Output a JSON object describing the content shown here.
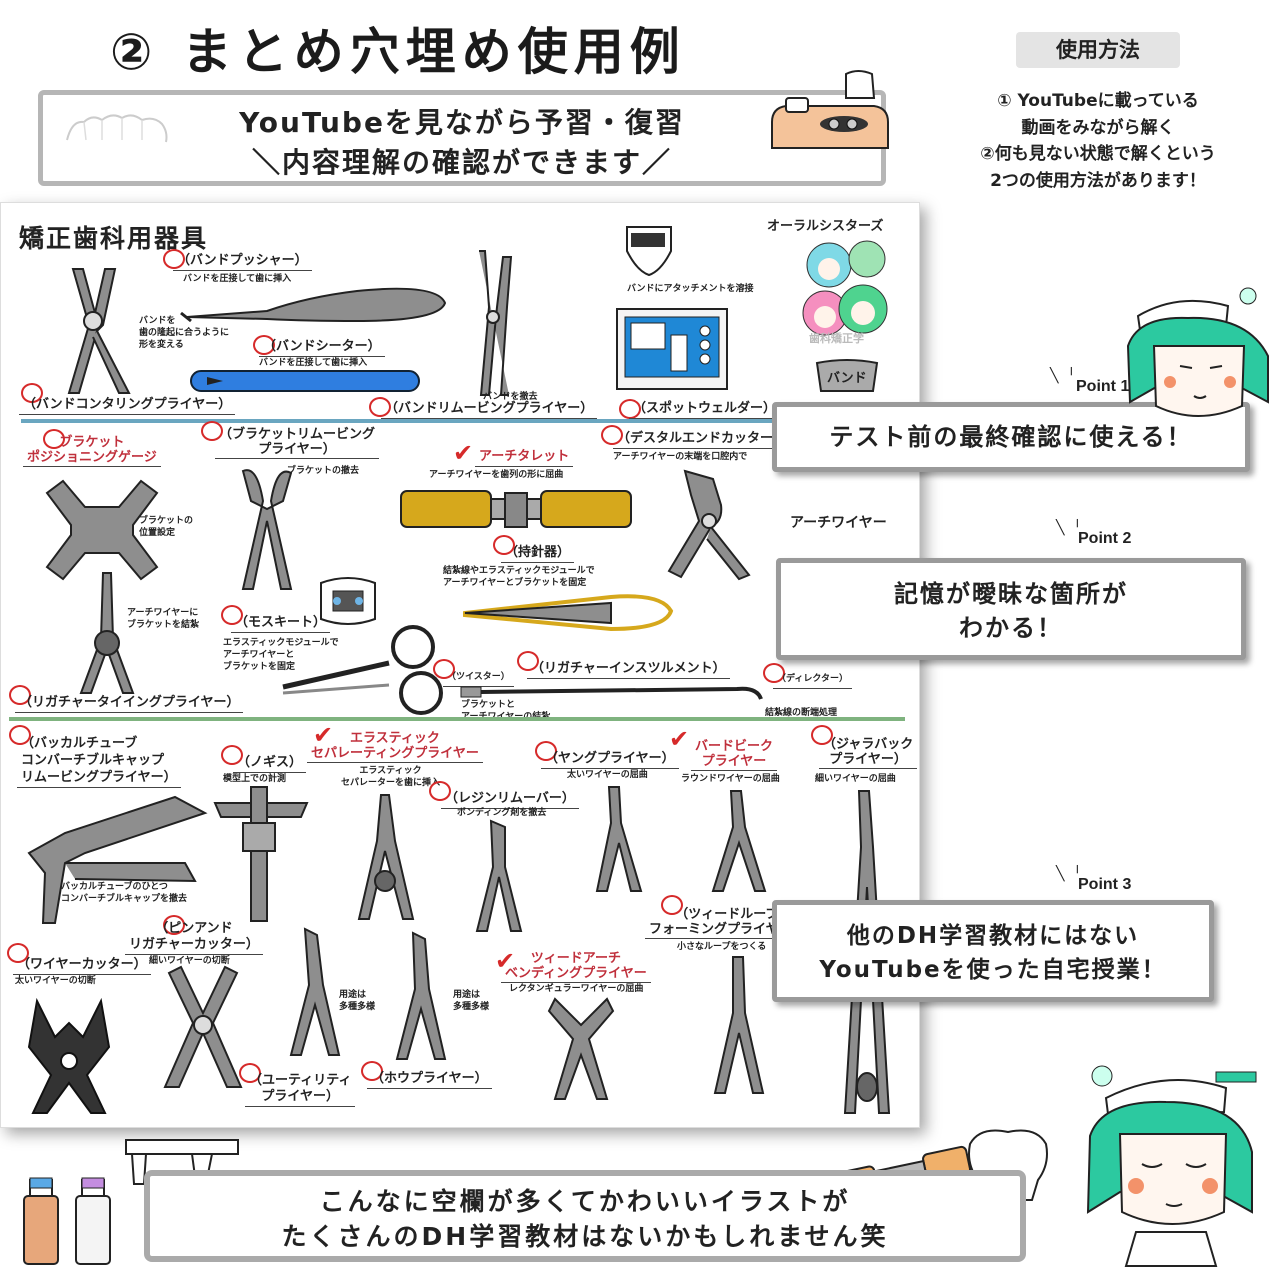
{
  "header": {
    "title": "② まとめ穴埋め使用例",
    "usage_badge": "使用方法",
    "usage_lines": [
      "① YouTubeに載っている",
      "動画をみながら解く",
      "②何も見ない状態で解くという",
      "2つの使用方法があります！"
    ],
    "intro_line1": "YouTubeを見ながら予習・復習",
    "intro_line2": "＼内容理解の確認ができます／"
  },
  "worksheet": {
    "title": "矯正歯科用器具",
    "brand": "オーラルシスターズ",
    "brand_sub": "歯科矯正学",
    "band_sign": "バンド",
    "arch_wire_note": "アーチワイヤー",
    "labels": {
      "band_pusher": "（バンドプッシャー）",
      "band_pusher_cap": "バンドを圧接して歯に挿入",
      "band_contour_cap": "バンドを\n歯の隆起に合うように\n形を変える",
      "band_seater": "（バンドシーター）",
      "band_seater_cap": "バンドを圧接して歯に挿入",
      "band_remove_cap": "バンドを撤去",
      "attach_cap": "バンドにアタッチメントを溶接",
      "band_contouring": "（バンドコンタリングプライヤー）",
      "band_removing": "（バンドリムービングプライヤー）",
      "spot_welder": "（スポットウェルダー）",
      "bracket_pos": "ブラケット\nポジショニングゲージ",
      "bracket_pos_cap": "ブラケットの\n位置設定",
      "bracket_remove": "（ブラケットリムービング\nプライヤー）",
      "bracket_remove_cap": "ブラケットの撤去",
      "arch_turret": "アーチタレット",
      "arch_turret_cap": "アーチワイヤーを歯列の形に屈曲",
      "distal_end": "（デスタルエンドカッター）",
      "distal_end_cap": "アーチワイヤーの末端を口腔内で",
      "needle_holder": "（持針器）",
      "needle_holder_cap": "結紮線やエラスティックモジュールで\nアーチワイヤーとブラケットを固定",
      "tie_cap": "アーチワイヤーに\nブラケットを結紮",
      "mosquito": "（モスキート）",
      "mosquito_cap": "エラスティックモジュールで\nアーチワイヤーと\nブラケットを固定",
      "twister": "（ツイスター）",
      "ligature_inst": "（リガチャーインスツルメント）",
      "ligature_inst_cap": "ブラケットと\nアーチワイヤーの結紮",
      "director": "（ディレクター）",
      "director_cap": "結紮線の断端処理",
      "ligature_tying": "（リガチャータイイングプライヤー）",
      "buccal_tube": "（バッカルチューブ\nコンバーチブルキャップ\nリムービングプライヤー）",
      "buccal_tube_cap": "バッカルチューブのひとつ\nコンバーチブルキャップを撤去",
      "nogisu": "（ノギス）",
      "nogisu_cap": "模型上での計測",
      "elastic_sep": "エラスティック\nセパレーティングプライヤー",
      "elastic_sep_cap": "エラスティック\nセパレーターを歯に挿入",
      "resin_remover": "（レジンリムーバー）",
      "resin_remover_cap": "ボンディング剤を撤去",
      "young": "（ヤングプライヤー）",
      "young_cap": "太いワイヤーの屈曲",
      "bird_beak": "バードビーク\nプライヤー",
      "bird_beak_cap": "ラウンドワイヤーの屈曲",
      "jarabak": "（ジャラバック\nプライヤー）",
      "jarabak_cap": "細いワイヤーの屈曲",
      "pin_ligature": "（ピンアンド\nリガチャーカッター）",
      "pin_ligature_cap": "細いワイヤーの切断",
      "wire_cutter": "（ワイヤーカッター）",
      "wire_cutter_cap": "太いワイヤーの切断",
      "multi_cap_a": "用途は\n多種多様",
      "multi_cap_b": "用途は\n多種多様",
      "tweed_loop": "（ツィードループ\nフォーミングプライヤー）",
      "tweed_loop_cap": "小さなループをつくる",
      "tweed_arch": "ツィードアーチ\nベンディングプライヤー",
      "tweed_arch_cap": "レクタンギュラーワイヤーの屈曲",
      "utility": "（ユーティリティ\nプライヤー）",
      "how": "（ホウプライヤー）"
    }
  },
  "points": [
    {
      "label": "Point 1",
      "text": "テスト前の最終確認に使える！"
    },
    {
      "label": "Point 2",
      "text_line1": "記憶が曖昧な箇所が",
      "text_line2": "わかる！"
    },
    {
      "label": "Point 3",
      "text_line1": "他のDH学習教材にはない",
      "text_line2": "YouTubeを使った自宅授業！"
    }
  ],
  "footer": {
    "line1": "こんなに空欄が多くてかわいいイラストが",
    "line2": "たくさんのDH学習教材はないかもしれません笑"
  },
  "colors": {
    "accent_red": "#d62a2a",
    "label_red": "#c0303c",
    "divider_blue": "#6aa6c0",
    "divider_green": "#7fb37f",
    "character_green": "#2cc9a0",
    "box_gray": "#9a9a9a"
  }
}
